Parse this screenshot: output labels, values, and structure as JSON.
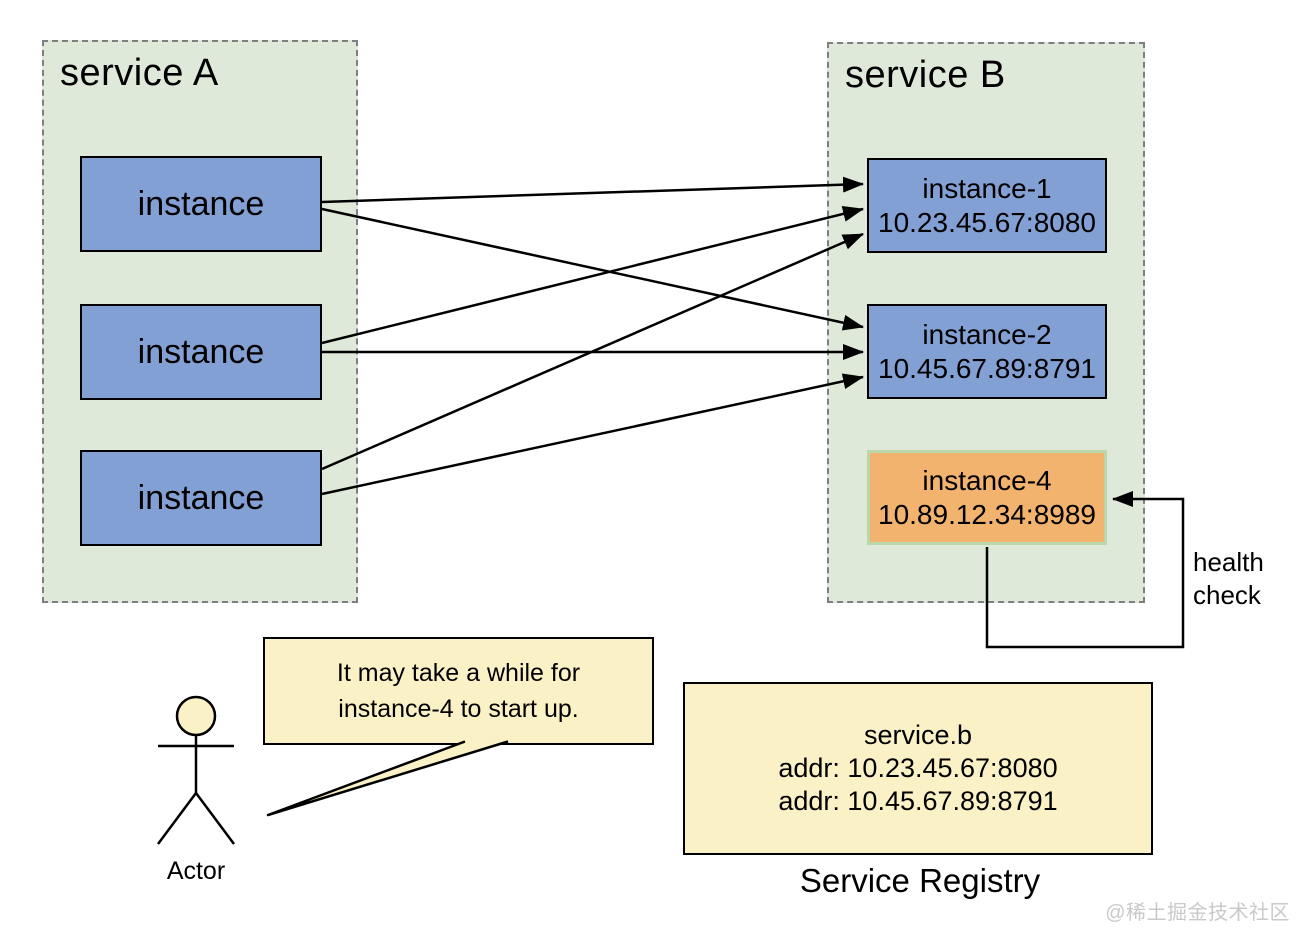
{
  "service_a": {
    "title": "service A",
    "instances": [
      {
        "label": "instance"
      },
      {
        "label": "instance"
      },
      {
        "label": "instance"
      }
    ]
  },
  "service_b": {
    "title": "service B",
    "instances": [
      {
        "name": "instance-1",
        "addr": "10.23.45.67:8080",
        "status": "healthy"
      },
      {
        "name": "instance-2",
        "addr": "10.45.67.89:8791",
        "status": "healthy"
      },
      {
        "name": "instance-4",
        "addr": "10.89.12.34:8989",
        "status": "starting"
      }
    ]
  },
  "health_check": {
    "line1": "health",
    "line2": "check"
  },
  "speech": {
    "line1": "It may take a while for",
    "line2": "instance-4 to start up."
  },
  "actor": {
    "label": "Actor"
  },
  "registry": {
    "service": "service.b",
    "addresses": [
      "addr: 10.23.45.67:8080",
      "addr: 10.45.67.89:8791"
    ],
    "title": "Service Registry"
  },
  "watermark": {
    "text": "@稀土掘金技术社区"
  },
  "colors": {
    "container_fill": "#dfe9da",
    "container_border": "#7f7f7f",
    "instance_fill": "#83a0d5",
    "instance_border": "#000000",
    "starting_fill": "#f2b36e",
    "starting_border": "#b9d7a8",
    "note_fill": "#fbf1c6",
    "line_color": "#000000",
    "watermark_color": "#c9c9c9"
  }
}
